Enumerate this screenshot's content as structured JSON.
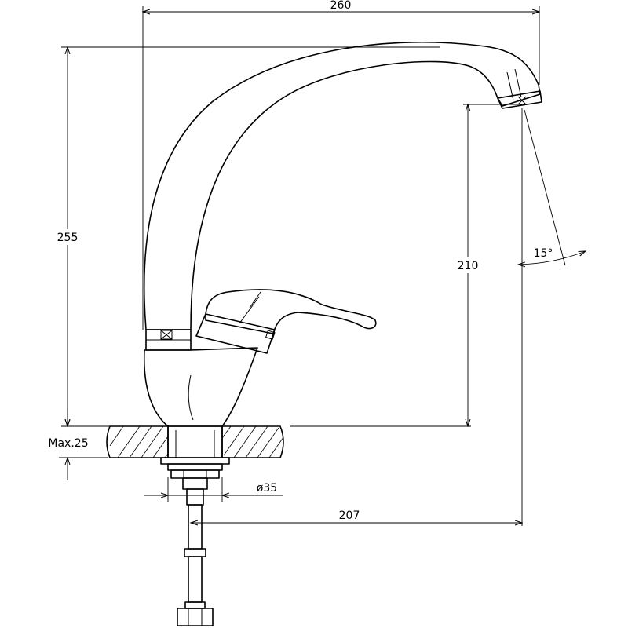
{
  "dimensions": {
    "total_width": "260",
    "total_height": "255",
    "spout_height": "210",
    "spout_reach": "207",
    "angle": "15°",
    "max_deck": "Max.25",
    "diameter": "ø35"
  }
}
